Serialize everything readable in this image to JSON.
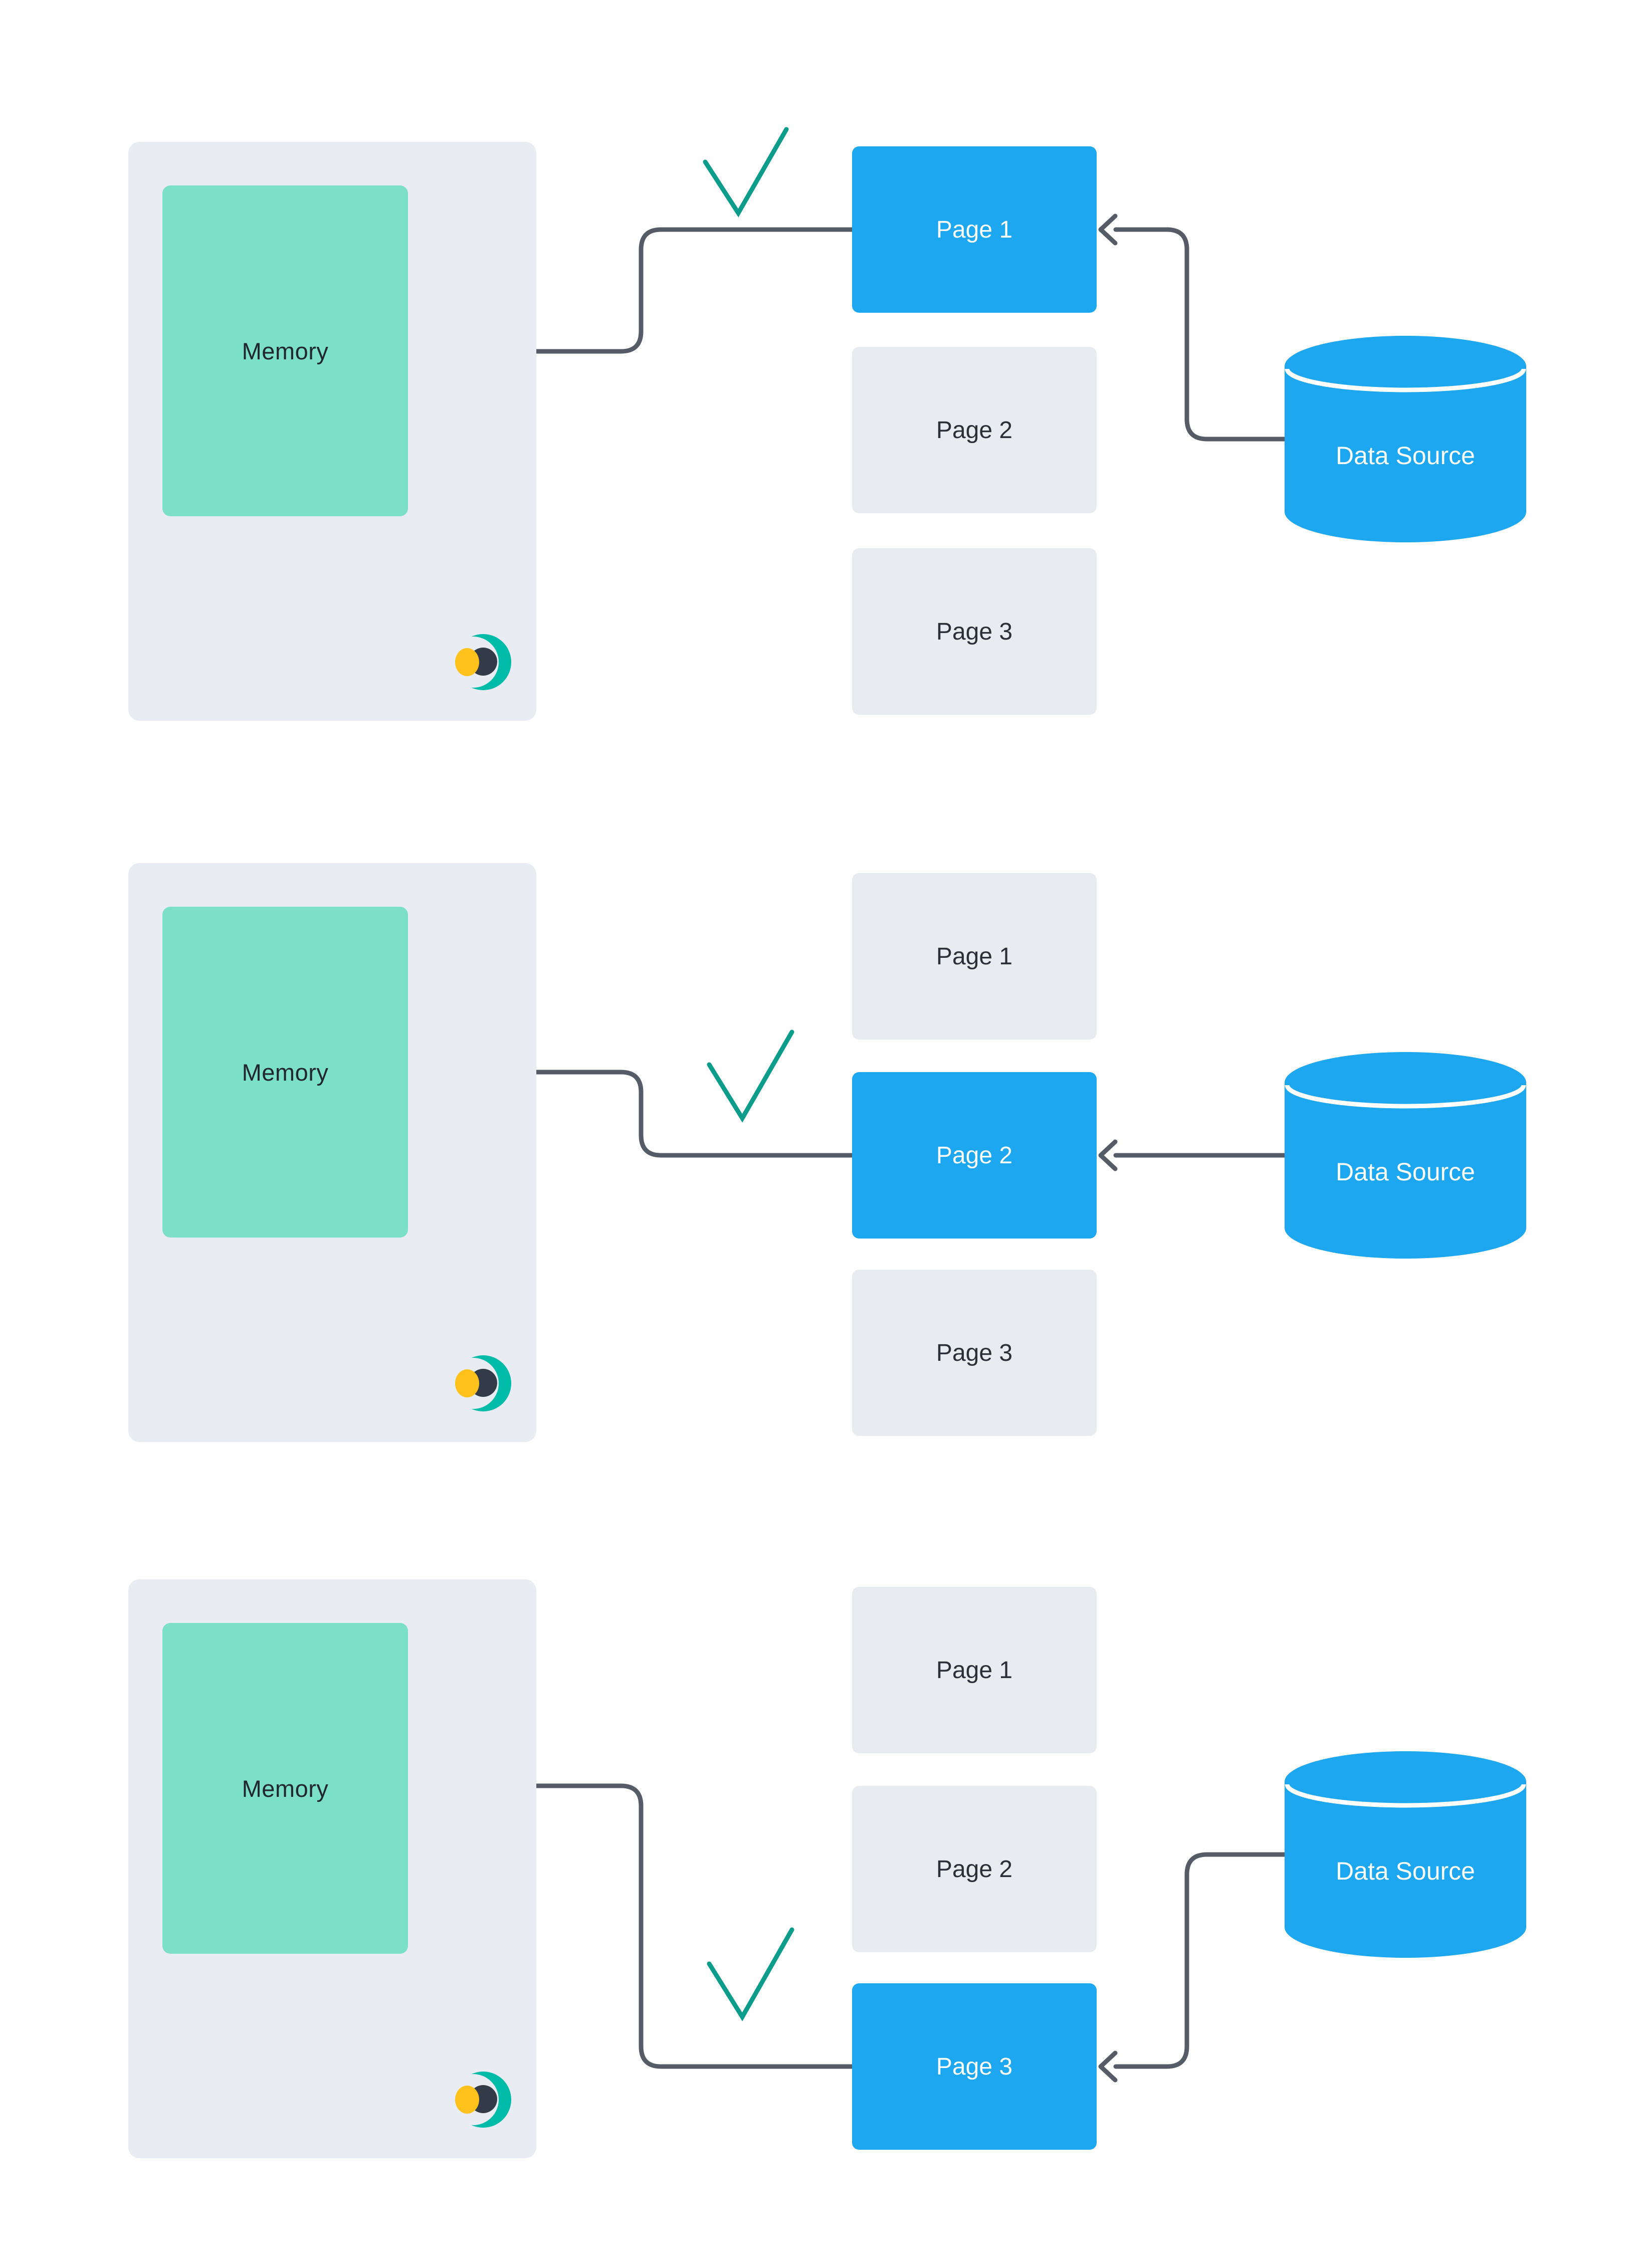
{
  "rows": [
    {
      "memory_label": "Memory",
      "pages": [
        {
          "label": "Page 1",
          "active": true
        },
        {
          "label": "Page 2",
          "active": false
        },
        {
          "label": "Page 3",
          "active": false
        }
      ],
      "datasource_label": "Data Source"
    },
    {
      "memory_label": "Memory",
      "pages": [
        {
          "label": "Page 1",
          "active": false
        },
        {
          "label": "Page 2",
          "active": true
        },
        {
          "label": "Page 3",
          "active": false
        }
      ],
      "datasource_label": "Data Source"
    },
    {
      "memory_label": "Memory",
      "pages": [
        {
          "label": "Page 1",
          "active": false
        },
        {
          "label": "Page 2",
          "active": false
        },
        {
          "label": "Page 3",
          "active": true
        }
      ],
      "datasource_label": "Data Source"
    }
  ],
  "icons": {
    "logo": "educative-logo-icon",
    "database": "database-cylinder-icon",
    "checkmark": "checkmark-icon",
    "arrowhead": "arrow-left-icon"
  },
  "colors": {
    "accent_blue": "#1CA7F0",
    "memory_teal": "#7CDFC8",
    "panel_gray": "#E9ECF2",
    "page_gray": "#E8EBF0",
    "connector": "#555B67",
    "check_teal": "#0C9C8C",
    "logo_teal": "#00BBA8",
    "logo_dark": "#333A48",
    "logo_yellow": "#FFC21D",
    "text_dark": "#2A2F38",
    "text_white": "#FFFFFF"
  }
}
